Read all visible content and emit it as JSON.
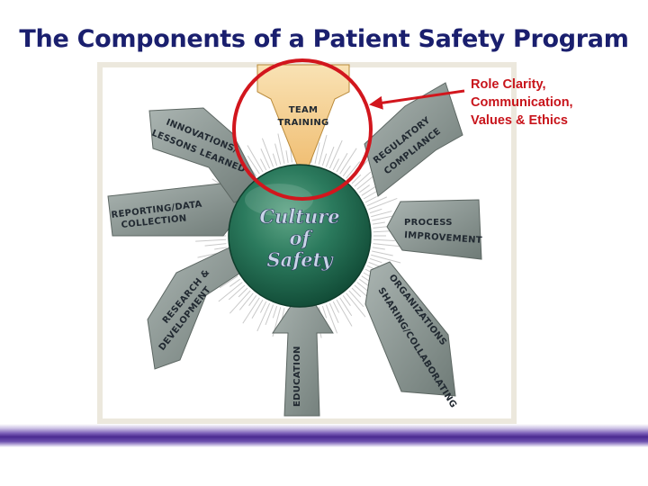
{
  "slide": {
    "title": "The Components of a Patient Safety Program"
  },
  "diagram": {
    "center": {
      "lines": [
        "Culture",
        "of",
        "Safety"
      ]
    },
    "components": [
      {
        "id": "team-training",
        "lines": [
          "TEAM",
          "TRAINING"
        ],
        "highlighted": true
      },
      {
        "id": "regulatory-compliance",
        "lines": [
          "REGULATORY",
          "COMPLIANCE"
        ]
      },
      {
        "id": "process-improvement",
        "lines": [
          "PROCESS",
          "IMPROVEMENT"
        ]
      },
      {
        "id": "organizations-sharing",
        "lines": [
          "ORGANIZATIONS",
          "SHARING/COLLABORATING"
        ]
      },
      {
        "id": "education",
        "lines": [
          "EDUCATION"
        ]
      },
      {
        "id": "research-development",
        "lines": [
          "RESEARCH &",
          "DEVELOPMENT"
        ]
      },
      {
        "id": "reporting-data",
        "lines": [
          "REPORTING/DATA",
          "COLLECTION"
        ]
      },
      {
        "id": "innovations",
        "lines": [
          "INNOVATIONS/",
          "LESSONS LEARNED"
        ]
      }
    ],
    "callout": {
      "lines": [
        "Role Clarity,",
        "Communication,",
        "Values & Ethics"
      ]
    },
    "colors": {
      "arrow_fill": "#7e8a86",
      "arrow_highlight": "#f3c982",
      "sphere": "#1f6e52",
      "sphere_text": "#c9d4e8",
      "callout_red": "#d2161d",
      "footer_purple": "#4b2a91"
    }
  }
}
